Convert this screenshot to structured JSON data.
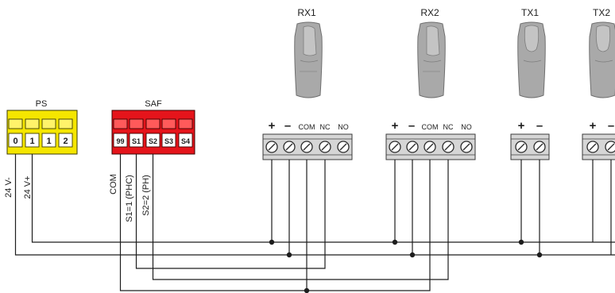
{
  "devices": {
    "rx1": {
      "label": "RX1",
      "pins": [
        "+",
        "–",
        "COM",
        "NC",
        "NO"
      ]
    },
    "rx2": {
      "label": "RX2",
      "pins": [
        "+",
        "–",
        "COM",
        "NC",
        "NO"
      ]
    },
    "tx1": {
      "label": "TX1",
      "pins": [
        "+",
        "–"
      ]
    },
    "tx2": {
      "label": "TX2",
      "pins": [
        "+",
        "–"
      ]
    }
  },
  "ps": {
    "label": "PS",
    "terminals": [
      "0",
      "1",
      "1",
      "2"
    ],
    "color": "#f5e600",
    "wire_labels": [
      "24 V-",
      "24 V+"
    ]
  },
  "saf": {
    "label": "SAF",
    "terminals": [
      "99",
      "S1",
      "S2",
      "S3",
      "S4"
    ],
    "color": "#e5141b",
    "wire_labels": [
      "COM",
      "S1=1 (PHC)",
      "S2=2 (PH)"
    ]
  },
  "colors": {
    "wire": "#1d1d1d",
    "terminal_block": "#d6d6d6",
    "sensor_body": "#a9a9a9"
  }
}
